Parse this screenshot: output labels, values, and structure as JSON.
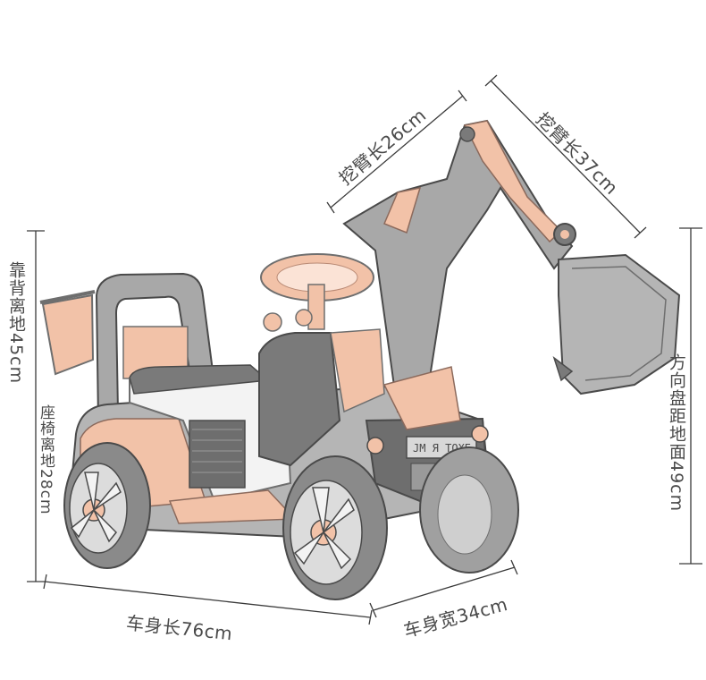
{
  "product": {
    "name": "ride-on excavator toy",
    "colors": {
      "accent": "#f2c2a8",
      "accent_dark": "#d7967a",
      "body_gray": "#a8a8a8",
      "body_dark": "#6e6e6e",
      "outline": "#4a4a4a",
      "white_panel": "#f3f3f3"
    },
    "badge_text": "JM Я TOXE"
  },
  "dimensions": {
    "arm_upper": "挖臂长26cm",
    "arm_lower": "挖臂长37cm",
    "backrest_height": "靠背离地45cm",
    "seat_height": "座椅离地28cm",
    "steering_height": "方向盘距地面49cm",
    "body_length": "车身长76cm",
    "body_width": "车身宽34cm"
  }
}
